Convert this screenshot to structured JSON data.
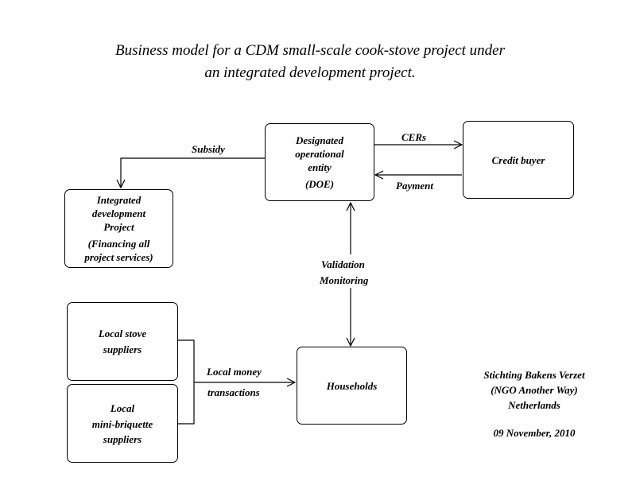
{
  "title": {
    "line1": "Business model for a CDM small-scale cook-stove project under",
    "line2": "an integrated development project."
  },
  "nodes": {
    "doe": {
      "line1": "Designated",
      "line2": "operational",
      "line3": "entity",
      "line4": "(DOE)"
    },
    "credit_buyer": {
      "line1": "Credit buyer"
    },
    "idp": {
      "line1": "Integrated",
      "line2": "development",
      "line3": "Project",
      "line4": "(Financing all",
      "line5": "project services)"
    },
    "stove_suppliers": {
      "line1": "Local stove",
      "line2": "suppliers"
    },
    "briquette_suppliers": {
      "line1": "Local",
      "line2": "mini-briquette",
      "line3": "suppliers"
    },
    "households": {
      "line1": "Households"
    }
  },
  "edges": {
    "subsidy": "Subsidy",
    "cers": "CERs",
    "payment": "Payment",
    "validation": "Validation",
    "monitoring": "Monitoring",
    "local_money": "Local money",
    "transactions": "transactions"
  },
  "author": {
    "line1": "Stichting Bakens Verzet",
    "line2": "(NGO Another Way)",
    "line3": "Netherlands",
    "date": "09 November, 2010"
  }
}
